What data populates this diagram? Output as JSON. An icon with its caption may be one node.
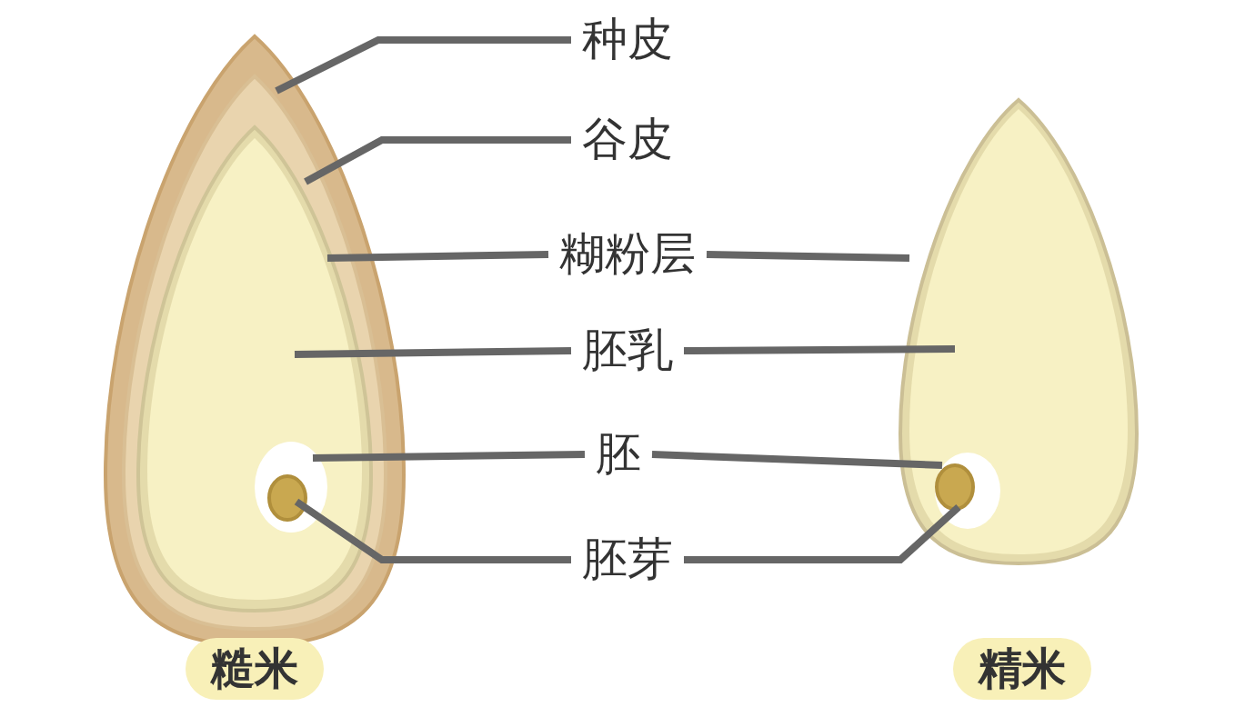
{
  "diagram": {
    "nodes": [
      {
        "text": [
          "种皮"
        ]
      },
      {
        "text": [
          "谷皮"
        ]
      },
      {
        "text": [
          "糊粉层"
        ]
      },
      {
        "text": [
          "胚乳"
        ]
      },
      {
        "text": [
          "胚"
        ]
      },
      {
        "text": [
          "胚芽"
        ]
      },
      {
        "text": [],
        "shape": "band"
      },
      {
        "text": [],
        "shape": "band",
        "in": 6
      },
      {
        "text": [],
        "shape": "band",
        "in": 7
      },
      {
        "text": [],
        "shape": "oval",
        "in": 8
      },
      {
        "text": [],
        "shape": "circle",
        "in": 9
      },
      {
        "text": [],
        "shape": "circle",
        "in": 10
      },
      {
        "text": [],
        "shape": "band"
      },
      {
        "text": [],
        "shape": "oval",
        "in": 12
      },
      {
        "text": [],
        "shape": "circle",
        "in": 13
      },
      {
        "text": [],
        "shape": "circle",
        "in": 14
      }
    ],
    "edges": [
      {
        "from": 0,
        "to": 6,
        "arrow": "none"
      },
      {
        "from": 1,
        "to": 7,
        "arrow": "none"
      },
      {
        "from": 2,
        "to": 8,
        "arrow": "none"
      },
      {
        "from": 3,
        "to": 9,
        "arrow": "none"
      },
      {
        "from": 4,
        "to": 10,
        "arrow": "none"
      },
      {
        "from": 5,
        "to": 11,
        "arrow": "none"
      },
      {
        "from": 2,
        "to": 12,
        "arrow": "none"
      },
      {
        "from": 3,
        "to": 13,
        "arrow": "none"
      },
      {
        "from": 4,
        "to": 14,
        "arrow": "none"
      },
      {
        "from": 5,
        "to": 15,
        "arrow": "none"
      }
    ],
    "labels": [
      "糙米",
      "精米"
    ]
  }
}
